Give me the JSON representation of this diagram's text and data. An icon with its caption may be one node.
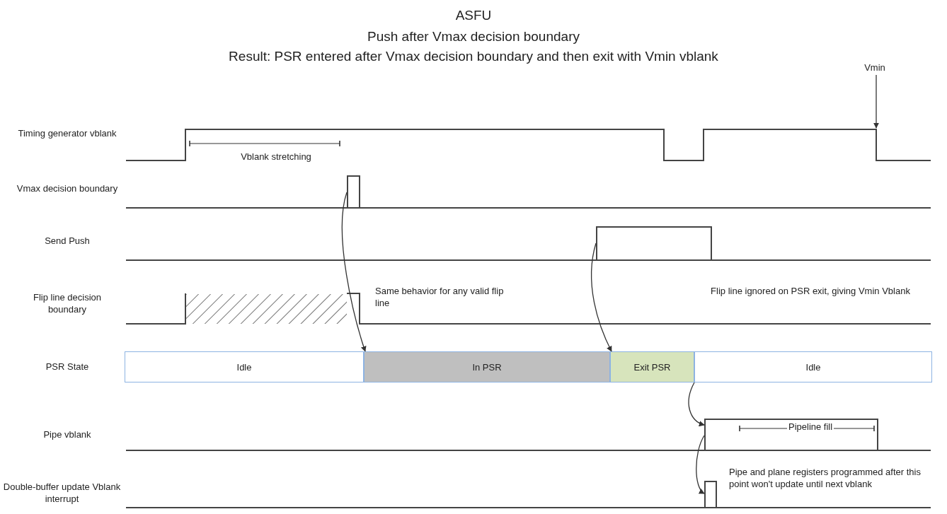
{
  "diagram": {
    "title": "ASFU",
    "nodes": [
      {
        "text": [
          "Idle"
        ]
      },
      {
        "text": [
          "In PSR"
        ]
      },
      {
        "text": [
          "Exit PSR"
        ]
      },
      {
        "text": [
          "Idle"
        ]
      },
      {
        "text": [],
        "shape": "pulse"
      },
      {
        "text": [],
        "shape": "pulse"
      },
      {
        "text": [],
        "shape": "pulse"
      },
      {
        "text": [],
        "shape": "pulse"
      },
      {
        "text": [
          "Vmin"
        ]
      }
    ],
    "edges": [
      {
        "from": 4,
        "to": 1,
        "arrow": "to"
      },
      {
        "from": 5,
        "to": 2,
        "arrow": "to"
      },
      {
        "from": 2,
        "to": 6,
        "arrow": "to"
      },
      {
        "from": 6,
        "to": 7,
        "arrow": "to"
      },
      {
        "from": 8,
        "to": null,
        "arrow": "to"
      }
    ],
    "labels": [
      "Push after Vmax decision boundary",
      "Result: PSR entered after Vmax decision boundary and then exit with Vmin vblank",
      "Timing generator vblank",
      "Vblank stretching",
      "Vmax decision boundary",
      "Send Push",
      "Flip line decision boundary",
      "Same behavior for any valid flip line",
      "Flip line ignored on PSR exit, giving Vmin Vblank",
      "PSR State",
      "Pipe vblank",
      "Pipeline fill",
      "Double-buffer update Vblank interrupt",
      "Pipe and plane registers programmed after this point won't update until next vblank"
    ]
  }
}
